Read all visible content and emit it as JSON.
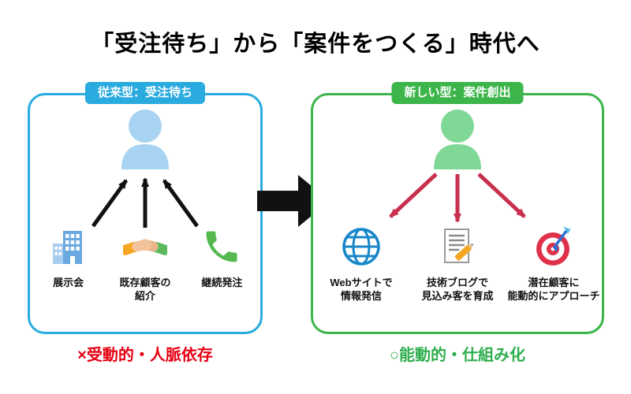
{
  "title": "「受注待ち」から「案件をつくる」時代へ",
  "colors": {
    "left_border": "#2aabdf",
    "right_border": "#3cb54a",
    "left_footer": "#e60012",
    "right_footer": "#2fae4d",
    "up_arrows": "#111111",
    "down_arrows": "#c8304e",
    "transition_arrow": "#111111"
  },
  "left_panel": {
    "badge": "従来型：受注待ち",
    "items": [
      {
        "icon": "building-icon",
        "label": "展示会"
      },
      {
        "icon": "handshake-icon",
        "label": "既存顧客の\n紹介"
      },
      {
        "icon": "phone-icon",
        "label": "継続発注"
      }
    ],
    "footer": "×受動的・人脈依存"
  },
  "right_panel": {
    "badge": "新しい型：案件創出",
    "items": [
      {
        "icon": "globe-icon",
        "label": "Webサイトで\n情報発信"
      },
      {
        "icon": "blog-icon",
        "label": "技術ブログで\n見込み客を育成"
      },
      {
        "icon": "target-icon",
        "label": "潜在顧客に\n能動的にアプローチ"
      }
    ],
    "footer": "○能動的・仕組み化"
  }
}
